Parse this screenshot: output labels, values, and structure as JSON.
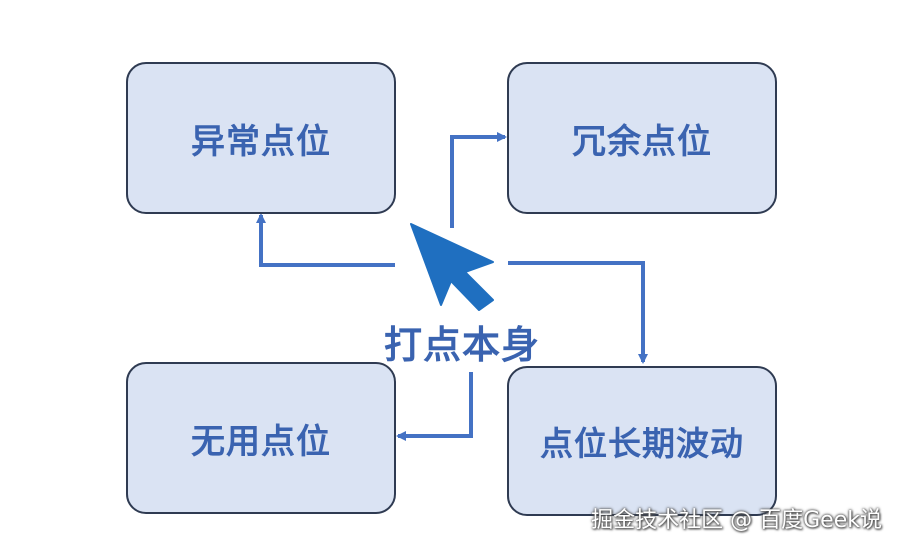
{
  "boxes": {
    "abnormal": "异常点位",
    "redundant": "冗余点位",
    "useless": "无用点位",
    "long_fluctuation": "点位长期波动"
  },
  "center_label": "打点本身",
  "watermark": "掘金技术社区 @ 百度Geek说",
  "colors": {
    "box_fill": "#dae3f3",
    "box_border": "#2f3b52",
    "text": "#3a63b0",
    "arrow": "#4472c4",
    "cursor": "#1f6fc0"
  }
}
